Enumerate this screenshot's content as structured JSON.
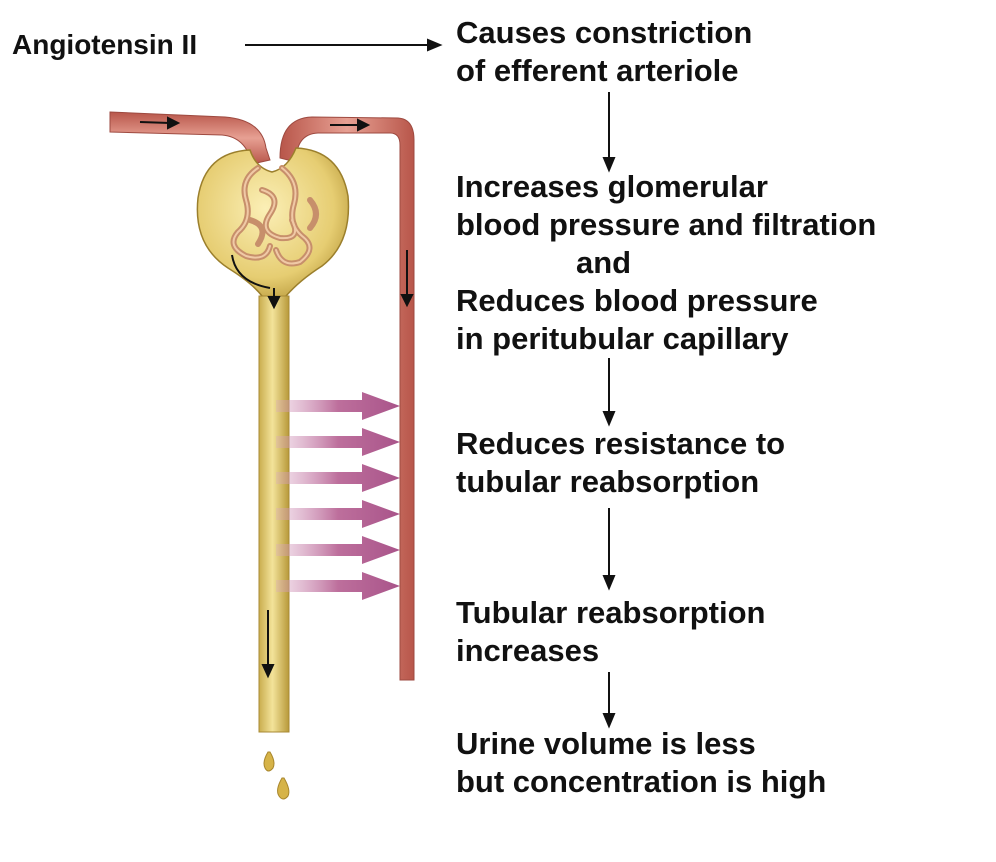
{
  "source_label": "Angiotensin II",
  "steps": [
    {
      "lines": [
        "Causes constriction",
        "of efferent arteriole"
      ]
    },
    {
      "lines": [
        "Increases glomerular",
        "blood pressure and filtration",
        "and",
        "Reduces blood pressure",
        "in peritubular capillary"
      ]
    },
    {
      "lines": [
        "Reduces resistance to",
        "tubular reabsorption"
      ]
    },
    {
      "lines": [
        "Tubular reabsorption",
        "increases"
      ]
    },
    {
      "lines": [
        "Urine volume is less",
        "but concentration is high"
      ]
    }
  ],
  "colors": {
    "vessel": "#c96b5f",
    "vessel_light": "#e8a396",
    "tubule": "#e8d27c",
    "tubule_dark": "#b89b3c",
    "reabsorption_arrow": "#b5628f",
    "text": "#111111"
  }
}
